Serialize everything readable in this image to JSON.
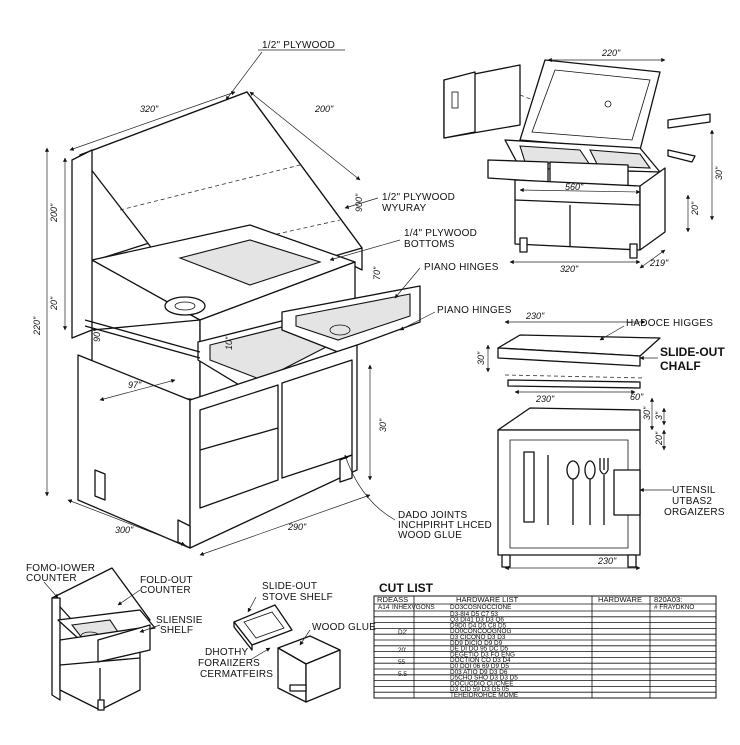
{
  "labels": {
    "plywood_half": "1/2\" PLYWOOD",
    "plywood_half_wyuray_1": "1/2\" PLYWOOD",
    "plywood_half_wyuray_2": "WYURAY",
    "plywood_quarter_1": "1/4\" PLYWOOD",
    "plywood_quarter_2": "BOTTOMS",
    "piano_hinges_a": "PIANO HINGES",
    "piano_hinges_b": "PIANO HINGES",
    "hadoce_higges": "HADOCE HIGGES",
    "slide_out_chalf_1": "SLIDE-OUT",
    "slide_out_chalf_2": "CHALF",
    "dado_1": "DADO JOINTS",
    "dado_2": "INCHPIRHT LHCED",
    "dado_3": "WOOD GLUE",
    "utensil_1": "UTENSIL",
    "utensil_2": "UTBAS2",
    "utensil_3": "ORGAIZERS",
    "fomo_1": "FOMO-IOWER",
    "fomo_2": "COUNTER",
    "foldout_1": "FOLD-OUT",
    "foldout_2": "COUNTER",
    "sliensie_1": "SLIENSIE",
    "sliensie_2": "SHELF",
    "slideout_stove_1": "SLIDE-OUT",
    "slideout_stove_2": "STOVE SHELF",
    "dhothy_1": "DHOTHY",
    "dhothy_2": "FORAIIZERS",
    "dhothy_3": "CERMATFEIRS",
    "wood_glue": "WOOD GLUE"
  },
  "dims": {
    "main_width": "320\"",
    "main_depth": "200\"",
    "main_height_upper": "200\"",
    "main_height_total": "220\"",
    "main_mid": "20\"",
    "main_lower": "30\"",
    "main_drawer": "10\"",
    "main_97": "97\"",
    "main_300": "300\"",
    "main_290": "290\"",
    "main_30": "30\"",
    "main_90": "90\"",
    "main_70": "70\"",
    "main_900": "900\"",
    "tr_top": "220\"",
    "tr_mid": "560\"",
    "tr_bottom": "320\"",
    "tr_right": "30\"",
    "tr_right2": "20\"",
    "tr_219": "219\"",
    "mr_top": "230\"",
    "mr_230": "230\"",
    "mr_30": "30\"",
    "mr_bottom": "230\"",
    "mr_side": "30\"",
    "mr_3": "3\"",
    "mr_20": "20\"",
    "mr_60": "60\""
  },
  "cut_list": {
    "title": "CUT LIST",
    "col_a": "RDEASS",
    "col_b": "HARDWARE LIST",
    "col_c": "HARDWARE",
    "col_d": "820A03:",
    "row_first_a": "A14",
    "row_first_b": "INHEXVGONS",
    "row_first_c": "DO3COSNOCCIONE",
    "row_first_d": "# FRAYDKNO",
    "rows": [
      "D3-8I4 D5 C7 53",
      "Q3 DI41 D3 D3 Q6",
      "D9D0 D4 D5 C8 D5",
      "DO0CONCOOGNOG",
      "D3 CICONO D3 D3",
      "DD9 DICIO D9 D9",
      "DE DI DO 95 DC D5",
      "DEGETIO D3 FO ENG",
      "DOCTION CO D3 D4",
      "D0 DOI 06 69 D9 D5",
      "D03 ATIO D9 D3 D6",
      "D5CHO SHO D3 D3 D5",
      "DOCUCDIO CUCNEE",
      "D3 CID 59 D3 G5 05",
      "TEHEIDROHCE MOME"
    ],
    "side_marks": [
      "D2'",
      "20'",
      "55",
      "5.5"
    ]
  }
}
